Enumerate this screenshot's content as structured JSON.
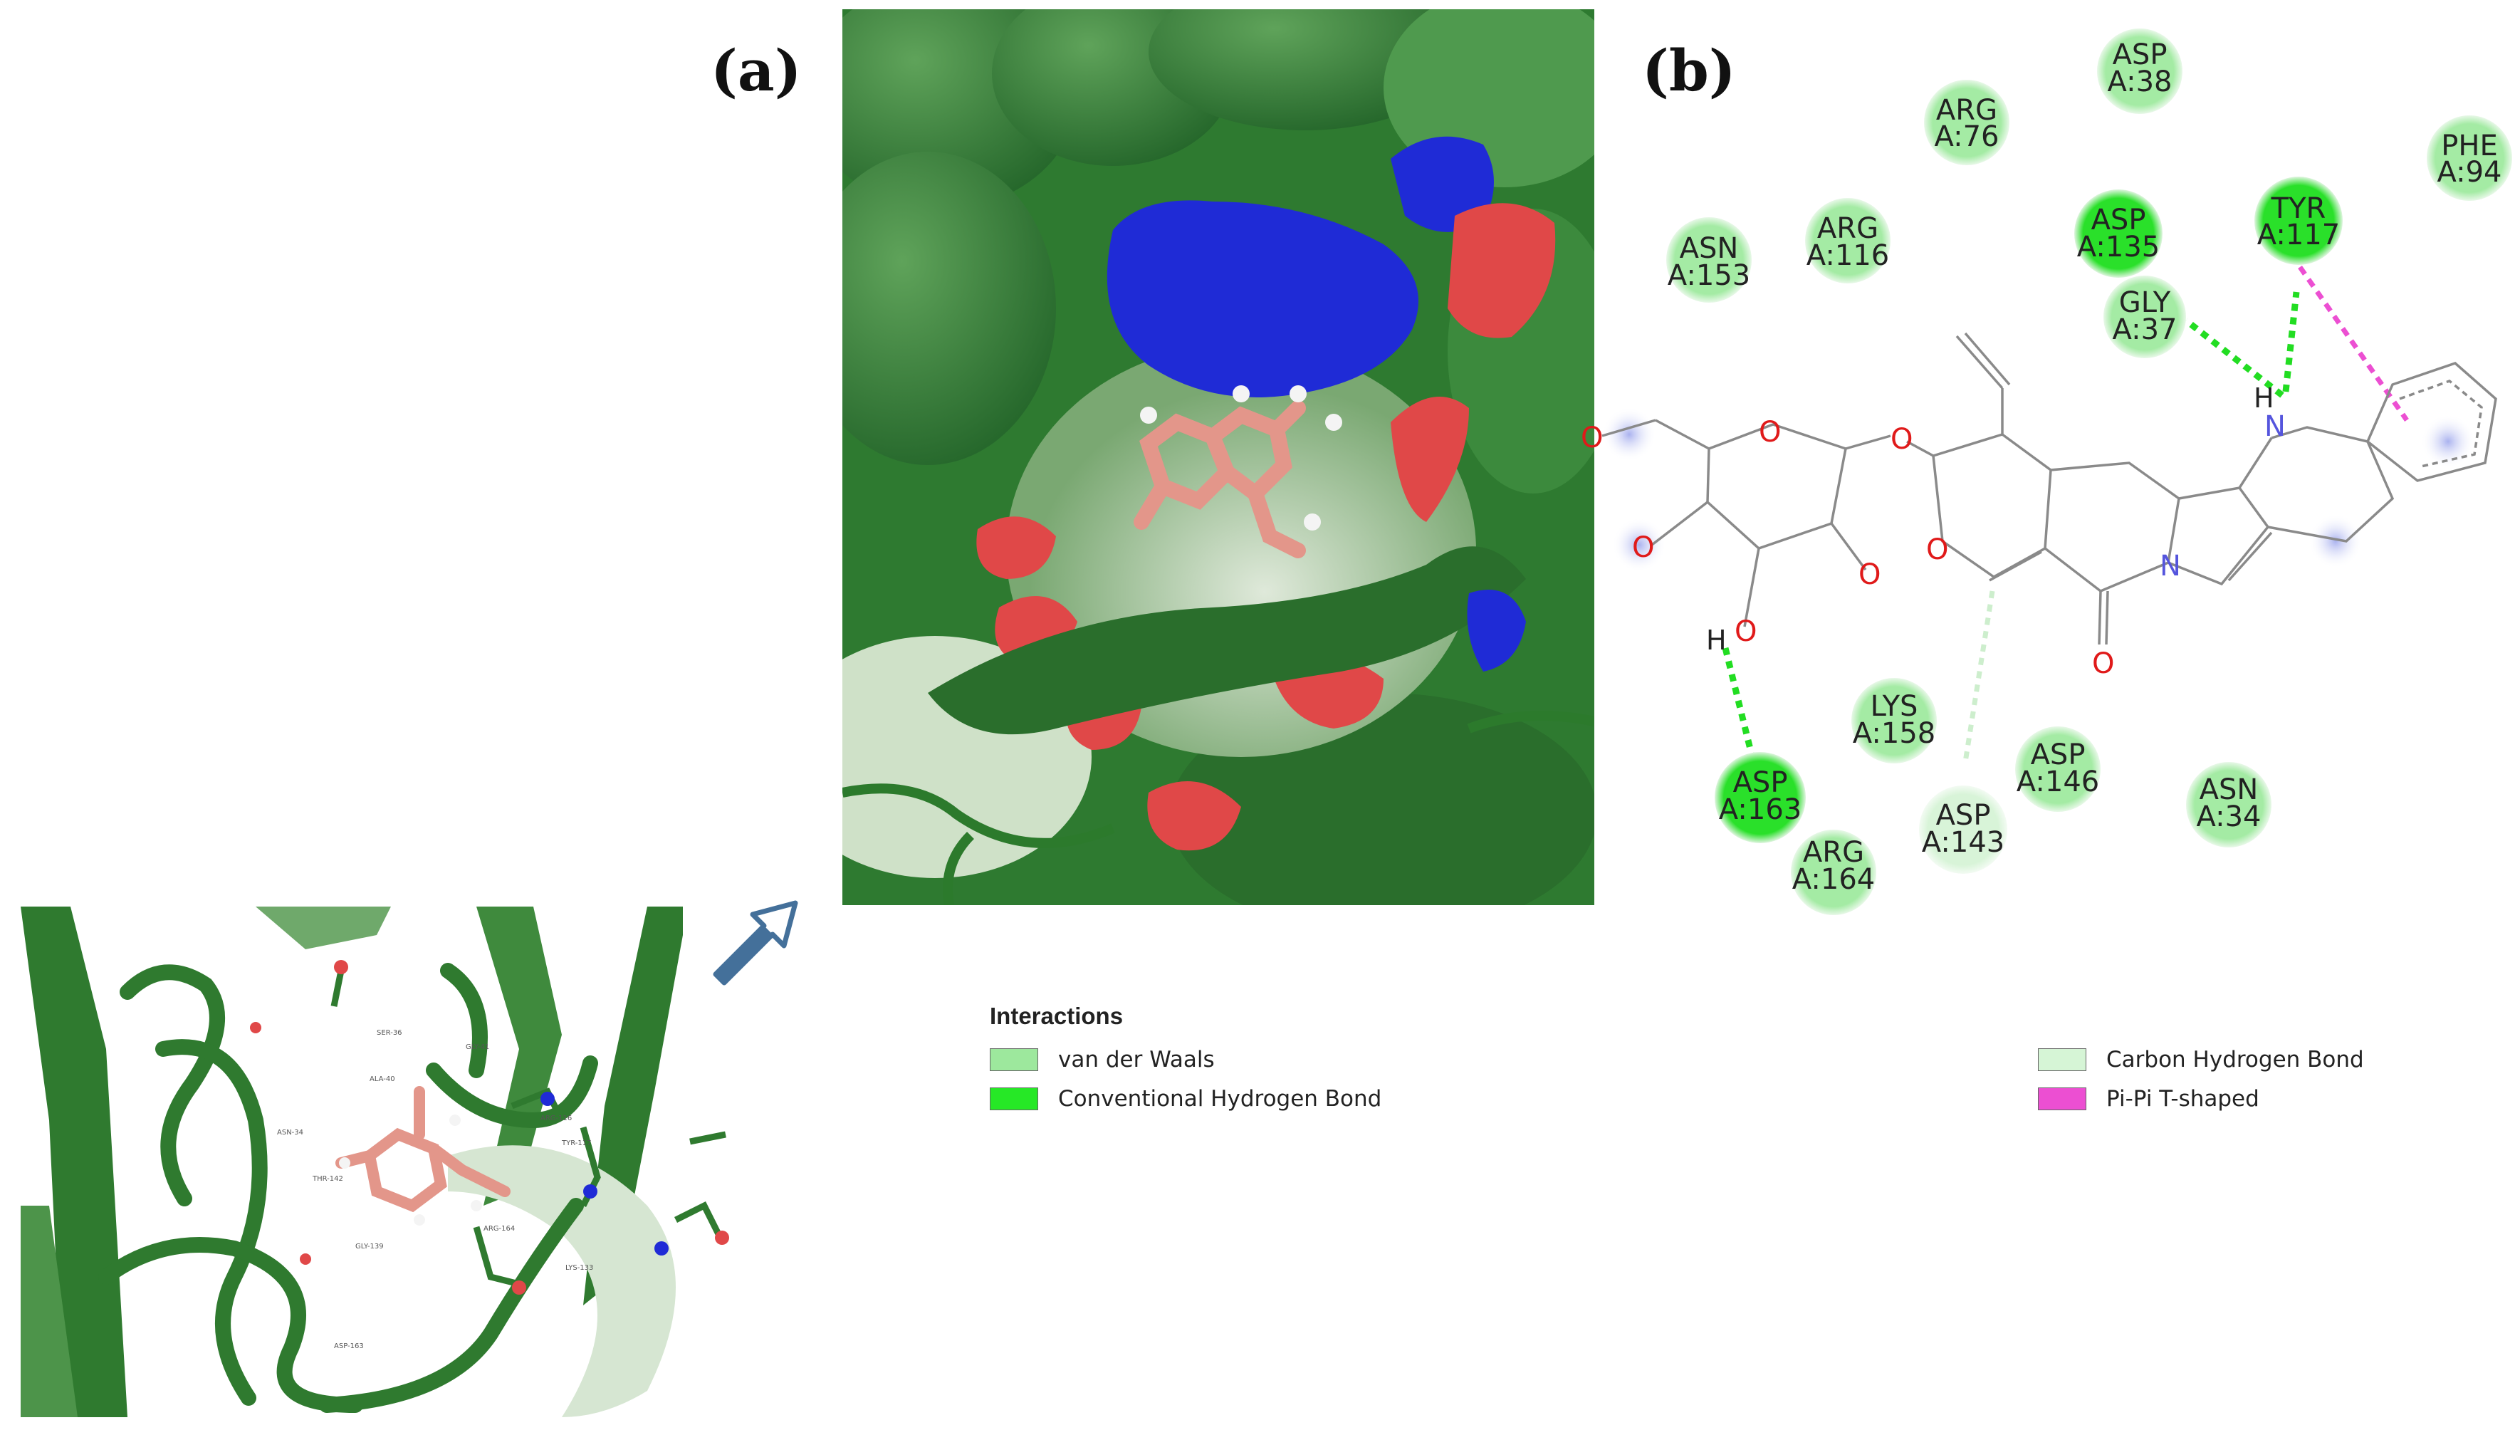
{
  "panels": {
    "a_label": "(a)",
    "b_label": "(b)"
  },
  "cartoon_residue_labels": [
    "SER-36",
    "GLY-41",
    "ALA-40",
    "ASN-34",
    "ARG-116",
    "TYR-117",
    "THR-142",
    "ARG-164",
    "GLY-139",
    "LYS-133",
    "ASP-163"
  ],
  "residues": [
    {
      "id": "asp38",
      "name": "ASP",
      "num": "A:38",
      "type": "vdw"
    },
    {
      "id": "arg76",
      "name": "ARG",
      "num": "A:76",
      "type": "vdw"
    },
    {
      "id": "phe94",
      "name": "PHE",
      "num": "A:94",
      "type": "vdw"
    },
    {
      "id": "asn153",
      "name": "ASN",
      "num": "A:153",
      "type": "vdw"
    },
    {
      "id": "arg116",
      "name": "ARG",
      "num": "A:116",
      "type": "vdw"
    },
    {
      "id": "asp135",
      "name": "ASP",
      "num": "A:135",
      "type": "hbond"
    },
    {
      "id": "tyr117",
      "name": "TYR",
      "num": "A:117",
      "type": "hbond"
    },
    {
      "id": "gly37",
      "name": "GLY",
      "num": "A:37",
      "type": "vdw"
    },
    {
      "id": "lys158",
      "name": "LYS",
      "num": "A:158",
      "type": "vdw"
    },
    {
      "id": "asp146",
      "name": "ASP",
      "num": "A:146",
      "type": "vdw"
    },
    {
      "id": "asn34",
      "name": "ASN",
      "num": "A:34",
      "type": "vdw"
    },
    {
      "id": "asp163",
      "name": "ASP",
      "num": "A:163",
      "type": "hbond"
    },
    {
      "id": "arg164",
      "name": "ARG",
      "num": "A:164",
      "type": "vdw"
    },
    {
      "id": "asp143",
      "name": "ASP",
      "num": "A:143",
      "type": "chbond"
    }
  ],
  "atom_labels": {
    "oxygen": "O",
    "nitrogen": "N",
    "hydrogen": "H"
  },
  "legend": {
    "title": "Interactions",
    "items": [
      {
        "label": "van der Waals",
        "color": "#9de89d"
      },
      {
        "label": "Conventional Hydrogen Bond",
        "color": "#26e826"
      },
      {
        "label": "Carbon Hydrogen Bond",
        "color": "#d6f5d6"
      },
      {
        "label": "Pi-Pi T-shaped",
        "color": "#ec4fd2"
      }
    ]
  },
  "colors": {
    "protein_green": "#2f7a2f",
    "nitrogen_blue": "#1f2bd6",
    "oxygen_red": "#e04848",
    "ligand_pink": "#e3968a",
    "bond_gray": "#8a8a8a"
  }
}
